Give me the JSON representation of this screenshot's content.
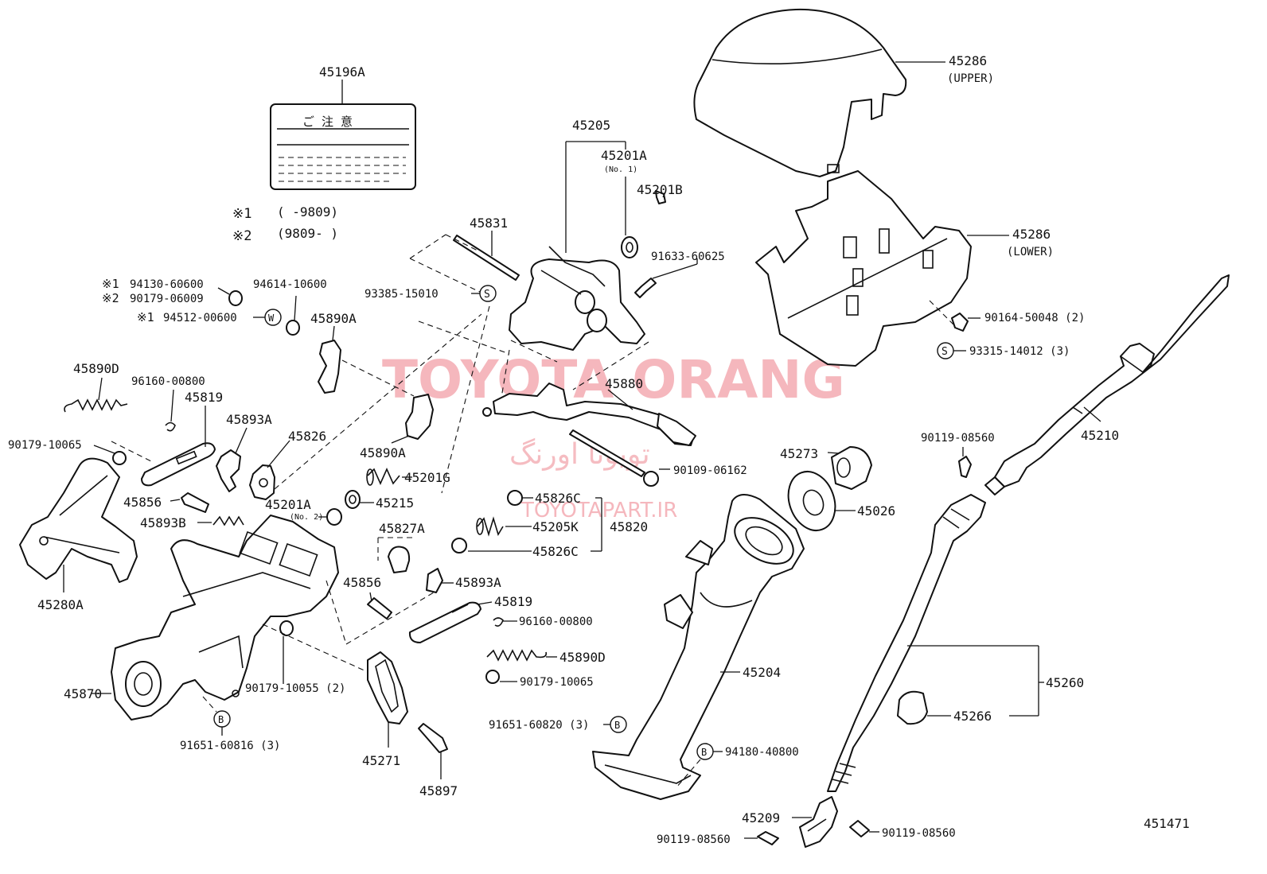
{
  "watermark": {
    "brand": "TOYOTA ORANG",
    "brand_fa": "تویوتا اورنگ",
    "url": "TOYOTAPART.IR"
  },
  "figure_id": "451471",
  "legend": {
    "mark1": "※1",
    "mark2": "※2",
    "range1": "(     -9809)",
    "range2": "(9809-     )"
  },
  "circle_marks": {
    "s": "S",
    "w": "W",
    "b": "B"
  },
  "labels": {
    "p45196A": "45196A",
    "p45286u": "45286",
    "p45286u_sub": "(UPPER)",
    "p45286l": "45286",
    "p45286l_sub": "(LOWER)",
    "p45205": "45205",
    "p45201A1": "45201A",
    "p45201A1_sub": "(No. 1)",
    "p45201B": "45201B",
    "p91633": "91633-60625",
    "p45831": "45831",
    "p93385": "93385-15010",
    "p94130": "94130-60600",
    "p90179_06009": "90179-06009",
    "p94614": "94614-10600",
    "p94512": "94512-00600",
    "p45890A_1": "45890A",
    "p45890D_1": "45890D",
    "p96160_1": "96160-00800",
    "p45819_1": "45819",
    "p45893A_1": "45893A",
    "p45826": "45826",
    "p90179_10065_1": "90179-10065",
    "p45890A_2": "45890A",
    "p45201G": "45201G",
    "p45880": "45880",
    "p90109": "90109-06162",
    "p90164": "90164-50048 (2)",
    "p93315": "93315-14012 (3)",
    "p45210": "45210",
    "p90119_a": "90119-08560",
    "p45273": "45273",
    "p45026": "45026",
    "p45856_1": "45856",
    "p45893B": "45893B",
    "p45201A2": "45201A",
    "p45201A2_sub": "(No. 2)",
    "p45215": "45215",
    "p45826C_1": "45826C",
    "p45205K": "45205K",
    "p45820": "45820",
    "p45826C_2": "45826C",
    "p45827A": "45827A",
    "p45280A": "45280A",
    "p45856_2": "45856",
    "p45893A_2": "45893A",
    "p45819_2": "45819",
    "p96160_2": "96160-00800",
    "p45890D_2": "45890D",
    "p90179_10065_2": "90179-10065",
    "p90179_10055": "90179-10055 (2)",
    "p45870": "45870",
    "p91651_60816": "91651-60816 (3)",
    "p45271": "45271",
    "p45897": "45897",
    "p45204": "45204",
    "p91651_60820": "91651-60820 (3)",
    "p94180": "94180-40800",
    "p45260": "45260",
    "p45266": "45266",
    "p45209": "45209",
    "p90119_b": "90119-08560",
    "p90119_c": "90119-08560"
  }
}
